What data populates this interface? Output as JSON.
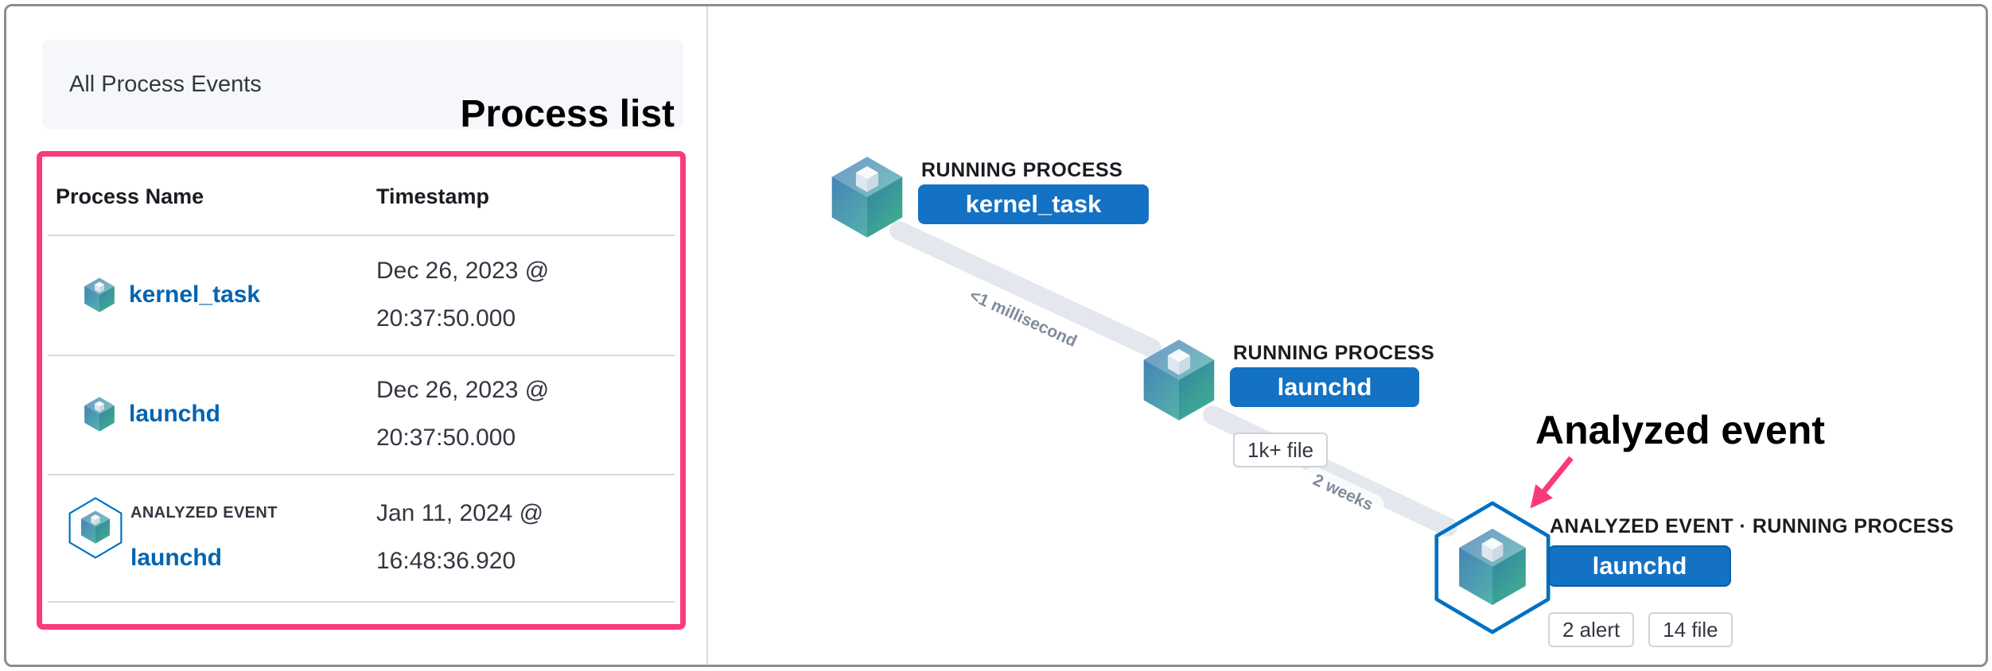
{
  "colors": {
    "accent_pink": "#fb3a7c",
    "primary_blue": "#1372c4",
    "link_blue": "#0064b0"
  },
  "annotations": {
    "process_list_label": "Process list",
    "analyzed_event_label": "Analyzed event"
  },
  "left_panel": {
    "header_title": "All Process Events",
    "table": {
      "columns": [
        "Process Name",
        "Timestamp"
      ],
      "rows": [
        {
          "icon": "cube-icon",
          "name": "kernel_task",
          "timestamp_line1": "Dec 26, 2023 @",
          "timestamp_line2": "20:37:50.000"
        },
        {
          "icon": "cube-icon",
          "name": "launchd",
          "timestamp_line1": "Dec 26, 2023 @",
          "timestamp_line2": "20:37:50.000"
        },
        {
          "icon": "analyzed-event-cube-icon",
          "badge": "ANALYZED EVENT",
          "name": "launchd",
          "timestamp_line1": "Jan 11, 2024 @",
          "timestamp_line2": "16:48:36.920"
        }
      ]
    }
  },
  "graph": {
    "nodes": [
      {
        "kind_label": "RUNNING PROCESS",
        "name": "kernel_task",
        "badges": []
      },
      {
        "kind_label": "RUNNING PROCESS",
        "name": "launchd",
        "badges": [
          "1k+ file"
        ]
      },
      {
        "kind_label": "ANALYZED EVENT · RUNNING PROCESS",
        "name": "launchd",
        "badges": [
          "2 alert",
          "14 file"
        ]
      }
    ],
    "edges": [
      {
        "label": "<1 millisecond"
      },
      {
        "label": "2 weeks"
      }
    ]
  }
}
